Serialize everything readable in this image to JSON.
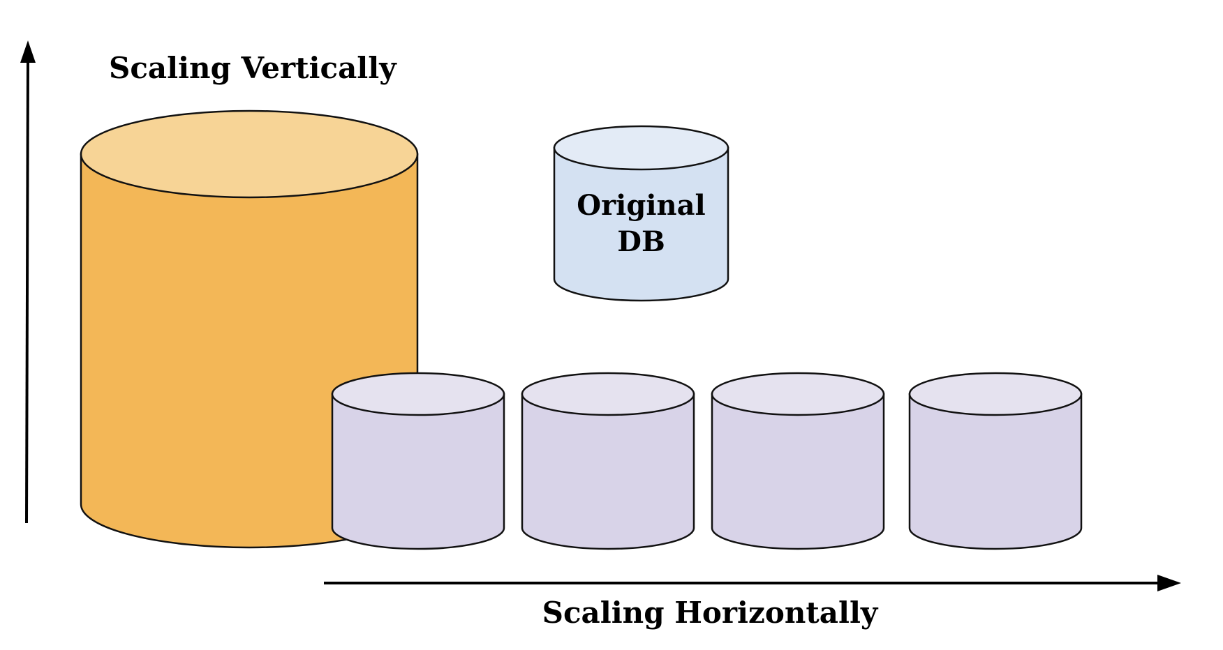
{
  "diagram": {
    "vertical_axis": {
      "label": "Scaling Vertically"
    },
    "horizontal_axis": {
      "label": "Scaling Horizontally"
    },
    "original_db": {
      "label_line1": "Original",
      "label_line2": "DB"
    },
    "colors": {
      "vertical_body": "#f3b757",
      "vertical_top": "#f7d496",
      "original_body": "#d4e1f2",
      "original_top": "#e3ebf6",
      "horizontal_body": "#d8d3e8",
      "horizontal_top": "#e5e2ef",
      "stroke": "#111111"
    },
    "horizontal_nodes_count": 4
  }
}
